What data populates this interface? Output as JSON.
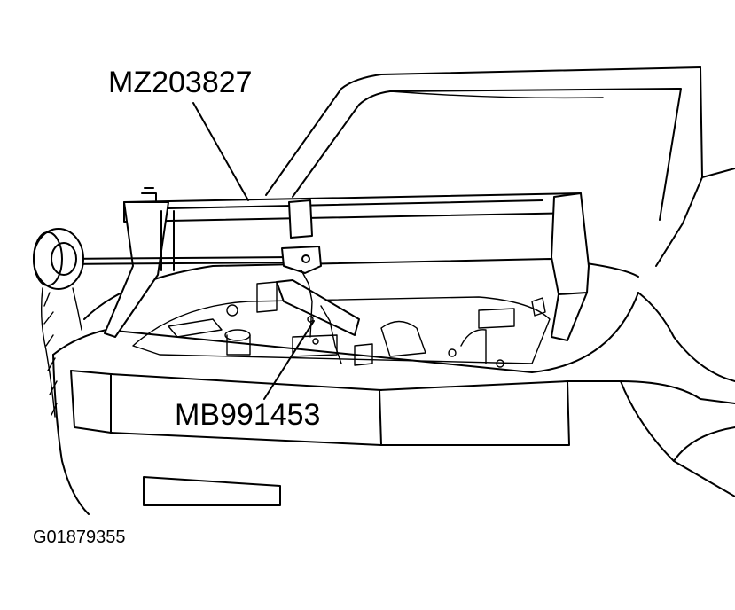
{
  "labels": {
    "engine_support_fixture": "MZ203827",
    "hanger_tool": "MB991453",
    "figure_id": "G01879355"
  },
  "colors": {
    "line": "#000000",
    "background": "#ffffff"
  }
}
